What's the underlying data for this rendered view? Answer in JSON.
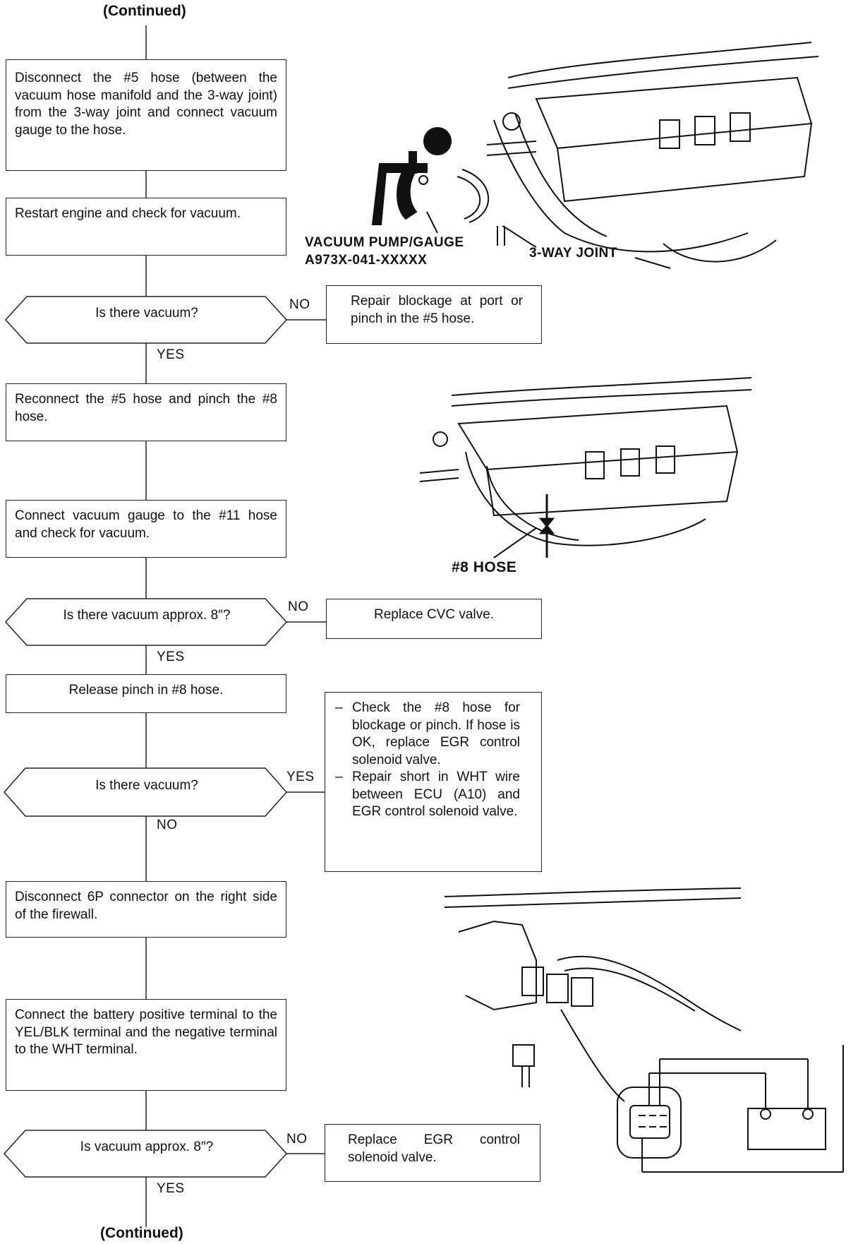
{
  "continued_top": "(Continued)",
  "continued_bottom": "(Continued)",
  "steps": {
    "s1": "Disconnect the #5 hose (between the vacuum hose manifold and the 3-way joint) from the 3-way joint and connect vacuum gauge to the hose.",
    "s2": "Restart engine and check for vacuum.",
    "s3": "Reconnect the #5 hose and pinch the #8 hose.",
    "s4": "Connect vacuum gauge to the #11 hose and check for vacuum.",
    "s5": "Release pinch in #8 hose.",
    "s6": "Disconnect 6P connector on the right side of the firewall.",
    "s7": "Connect the battery positive terminal to the YEL/BLK terminal and the negative terminal to the WHT terminal."
  },
  "decisions": {
    "d1": "Is there vacuum?",
    "d2": "Is there vacuum approx. 8″?",
    "d3": "Is there vacuum?",
    "d4": "Is vacuum approx. 8″?"
  },
  "results": {
    "r1": "Repair blockage at port or pinch in the #5 hose.",
    "r2": "Replace CVC valve.",
    "r3_items": [
      "Check the #8 hose for blockage or pinch. If hose is OK, replace EGR control solenoid valve.",
      "Repair short in WHT wire between ECU (A10) and EGR control solenoid valve."
    ],
    "r4": "Replace EGR control solenoid valve."
  },
  "branch_labels": {
    "no1": "NO",
    "yes1": "YES",
    "no2": "NO",
    "yes2": "YES",
    "yes3": "YES",
    "no3": "NO",
    "no4": "NO",
    "yes4": "YES"
  },
  "captions": {
    "pump_line1": "VACUUM PUMP/GAUGE",
    "pump_line2": "A973X-041-XXXXX",
    "joint": "3-WAY JOINT",
    "hose8": "#8 HOSE"
  },
  "colors": {
    "line": "#222222",
    "background": "#ffffff"
  }
}
